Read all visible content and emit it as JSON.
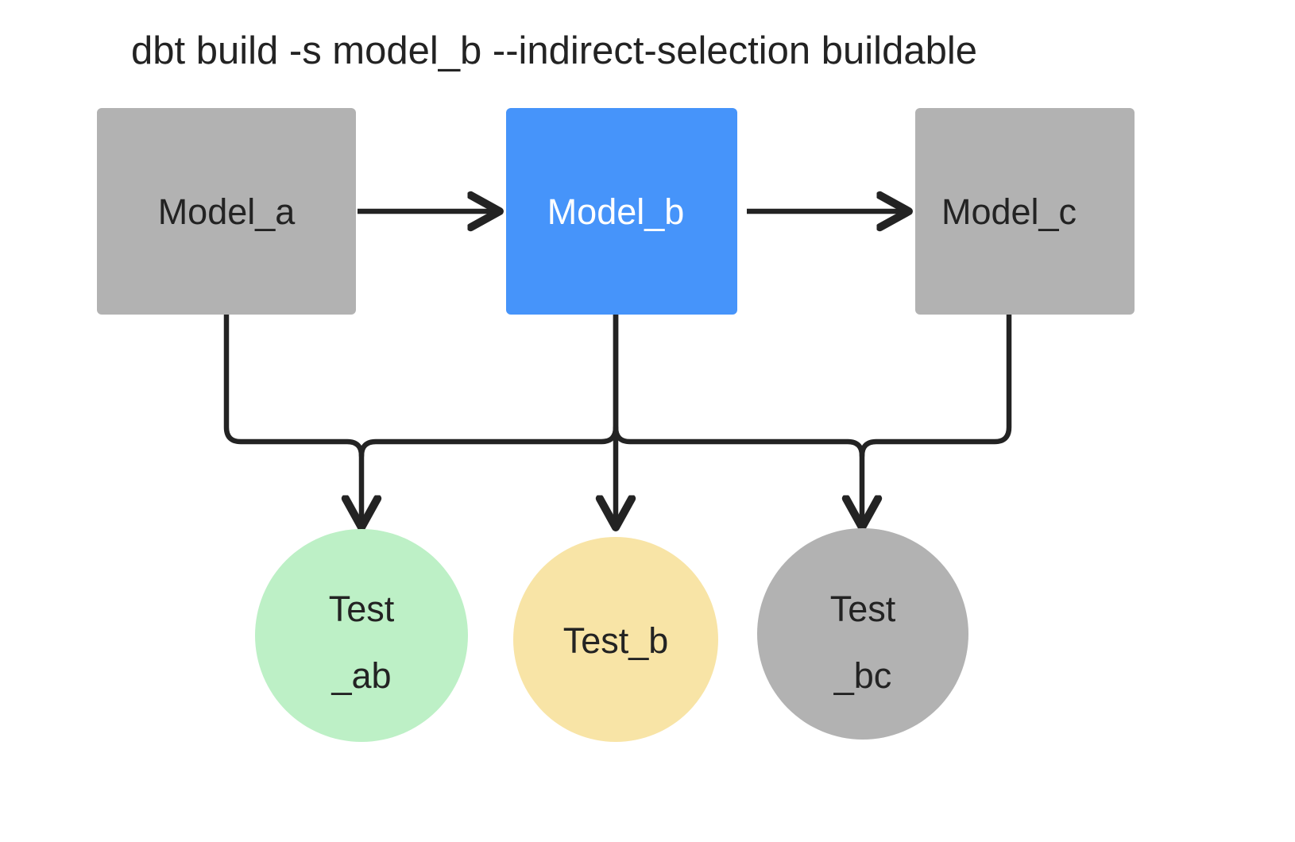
{
  "title": "dbt build -s model_b --indirect-selection buildable",
  "colors": {
    "background": "#ffffff",
    "text_dark": "#232323",
    "text_light": "#ffffff",
    "gray_node": "#b2b2b2",
    "blue_node": "#4694fa",
    "green_node": "#bdf0c6",
    "yellow_node": "#f8e4a6",
    "edge": "#232323"
  },
  "models": [
    {
      "id": "model_a",
      "label": "Model_a",
      "fill": "#b2b2b2",
      "text_color": "#232323",
      "shape": "rect"
    },
    {
      "id": "model_b",
      "label": "Model_b",
      "fill": "#4694fa",
      "text_color": "#ffffff",
      "shape": "rect"
    },
    {
      "id": "model_c",
      "label": "Model_c",
      "fill": "#b2b2b2",
      "text_color": "#232323",
      "shape": "rect"
    }
  ],
  "tests": [
    {
      "id": "test_ab",
      "label": "Test_ab",
      "line1": "Test",
      "line2": "_ab",
      "fill": "#bdf0c6",
      "text_color": "#232323",
      "shape": "circle"
    },
    {
      "id": "test_b",
      "label": "Test_b",
      "line1": "Test_b",
      "line2": "",
      "fill": "#f8e4a6",
      "text_color": "#232323",
      "shape": "circle"
    },
    {
      "id": "test_bc",
      "label": "Test_bc",
      "line1": "Test",
      "line2": "_bc",
      "fill": "#b2b2b2",
      "text_color": "#232323",
      "shape": "circle"
    }
  ],
  "edges": [
    {
      "id": "a-to-b",
      "from": "model_a",
      "to": "model_b",
      "style": "straight-arrow"
    },
    {
      "id": "b-to-c",
      "from": "model_b",
      "to": "model_c",
      "style": "straight-arrow"
    },
    {
      "id": "a-to-test-ab",
      "from": "model_a",
      "to": "test_ab",
      "style": "elbow-arrow"
    },
    {
      "id": "b-to-test-ab",
      "from": "model_b",
      "to": "test_ab",
      "style": "elbow-arrow"
    },
    {
      "id": "b-to-test-b",
      "from": "model_b",
      "to": "test_b",
      "style": "straight-arrow"
    },
    {
      "id": "b-to-test-bc",
      "from": "model_b",
      "to": "test_bc",
      "style": "elbow-arrow"
    },
    {
      "id": "c-to-test-bc",
      "from": "model_c",
      "to": "test_bc",
      "style": "elbow-arrow"
    }
  ]
}
